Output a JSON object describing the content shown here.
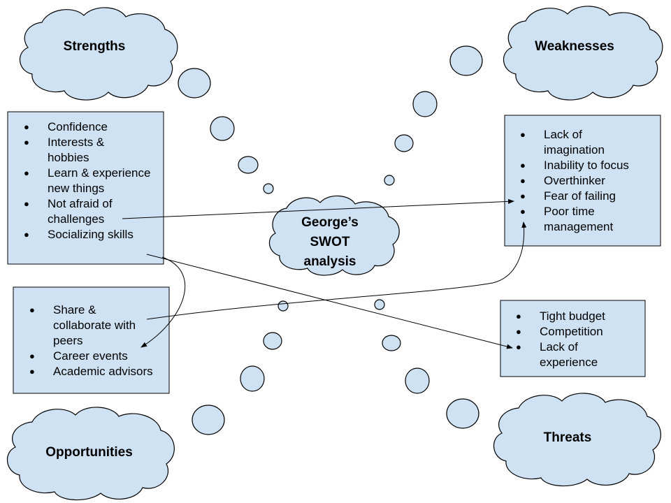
{
  "quadrants": {
    "strengths": {
      "title": "Strengths",
      "items": [
        "Confidence",
        "Interests & hobbies",
        "Learn & experience new things",
        "Not afraid of challenges",
        "Socializing skills"
      ]
    },
    "weaknesses": {
      "title": "Weaknesses",
      "items": [
        "Lack of imagination",
        "Inability to focus",
        "Overthinker",
        "Fear of failing",
        "Poor time management"
      ]
    },
    "opportunities": {
      "title": "Opportunities",
      "items": [
        "Share & collaborate with peers",
        "Career events",
        "Academic advisors"
      ]
    },
    "threats": {
      "title": "Threats",
      "items": [
        "Tight budget",
        "Competition",
        "Lack of experience"
      ]
    }
  },
  "center": {
    "title_line1": "George’s",
    "title_line2": "SWOT",
    "title_line3": "analysis"
  },
  "colors": {
    "cloud_fill": "#cfe2f3",
    "outline": "#000000"
  }
}
